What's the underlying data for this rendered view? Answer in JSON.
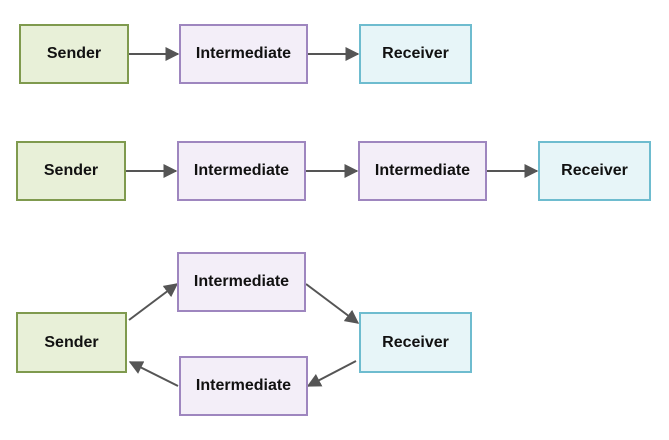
{
  "diagrams": [
    {
      "nodes": [
        {
          "type": "sender",
          "label": "Sender"
        },
        {
          "type": "intermediate",
          "label": "Intermediate"
        },
        {
          "type": "receiver",
          "label": "Receiver"
        }
      ]
    },
    {
      "nodes": [
        {
          "type": "sender",
          "label": "Sender"
        },
        {
          "type": "intermediate",
          "label": "Intermediate"
        },
        {
          "type": "intermediate",
          "label": "Intermediate"
        },
        {
          "type": "receiver",
          "label": "Receiver"
        }
      ]
    },
    {
      "nodes": [
        {
          "type": "sender",
          "label": "Sender"
        },
        {
          "type": "intermediate",
          "label": "Intermediate"
        },
        {
          "type": "receiver",
          "label": "Receiver"
        },
        {
          "type": "intermediate",
          "label": "Intermediate"
        }
      ]
    }
  ],
  "colors": {
    "sender_fill": "#e8f0d8",
    "sender_border": "#7f9a4e",
    "intermediate_fill": "#f3eef8",
    "intermediate_border": "#9e86bf",
    "receiver_fill": "#e7f5f8",
    "receiver_border": "#6ebccf",
    "arrow": "#555555"
  }
}
